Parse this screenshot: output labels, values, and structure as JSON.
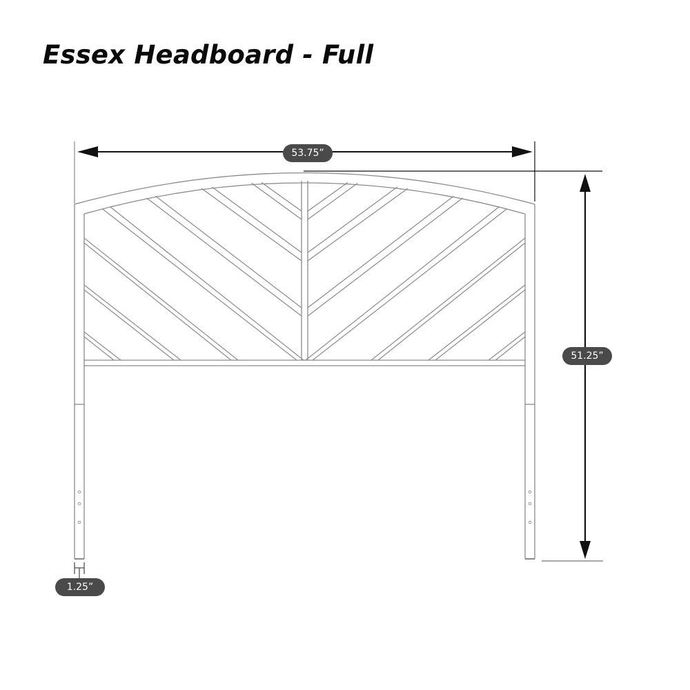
{
  "title": "Essex Headboard - Full",
  "dimensions": {
    "width": {
      "label": "53.75”",
      "axis": "horizontal"
    },
    "height": {
      "label": "51.25”",
      "axis": "vertical"
    },
    "post_width": {
      "label": "1.25”",
      "axis": "horizontal"
    }
  },
  "colors": {
    "line": "#8a8a8a",
    "dimension_line": "#111111",
    "badge_bg": "#4a4a4a",
    "badge_text": "#ffffff"
  },
  "drawing": {
    "pattern": "chevron",
    "leg_holes_per_side": 3
  }
}
